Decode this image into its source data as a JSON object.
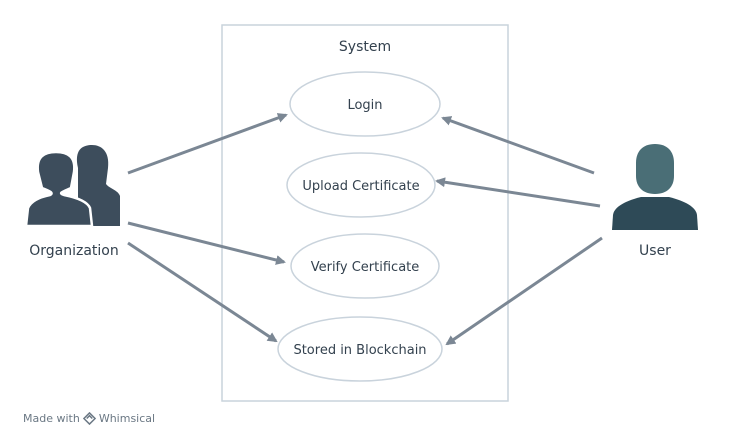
{
  "diagram": {
    "system_label": "System",
    "use_cases": [
      {
        "label": "Login"
      },
      {
        "label": "Upload Certificate"
      },
      {
        "label": "Verify Certificate"
      },
      {
        "label": "Stored in Blockchain"
      }
    ],
    "actors": {
      "organization": {
        "label": "Organization",
        "icon": "group-people-icon"
      },
      "user": {
        "label": "User",
        "icon": "person-icon"
      }
    }
  },
  "footer": {
    "made_with": "Made with",
    "brand": "Whimsical",
    "brand_icon": "whimsical-logo-icon"
  },
  "colors": {
    "actor_org": "#3d4d5c",
    "actor_user": "#4a6e76",
    "actor_user_body": "#2e4a57",
    "arrow": "#7b8794",
    "ellipse_stroke": "#c9d3dc",
    "box_stroke": "#c9d3dc",
    "text": "#33414e"
  }
}
